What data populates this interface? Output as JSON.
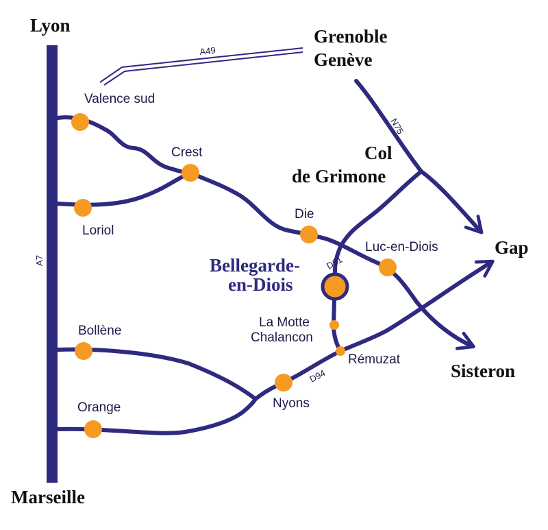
{
  "colors": {
    "road": "#2e2a80",
    "town": "#f59a23",
    "highlight": "#2e2a80",
    "background": "#ffffff"
  },
  "destinations": {
    "lyon": "Lyon",
    "marseille": "Marseille",
    "grenoble": "Grenoble",
    "geneve": "Genève",
    "col_line1": "Col",
    "col_line2": "de Grimone",
    "gap": "Gap",
    "sisteron": "Sisteron"
  },
  "roads": {
    "a7": "A7",
    "a49": "A49",
    "n75": "N75",
    "d61": "D61",
    "d94": "D94"
  },
  "towns": {
    "valence_sud": "Valence sud",
    "crest": "Crest",
    "loriol": "Loriol",
    "die": "Die",
    "luc_en_diois": "Luc-en-Diois",
    "la_motte_line1": "La Motte",
    "la_motte_line2": "Chalancon",
    "remuzat": "Rémuzat",
    "nyons": "Nyons",
    "bollene": "Bollène",
    "orange": "Orange"
  },
  "highlight": {
    "line1": "Bellegarde-",
    "line2": "en-Diois"
  },
  "icons": {
    "town_marker": "orange-dot",
    "destination_arrow": "arrow-icon"
  }
}
